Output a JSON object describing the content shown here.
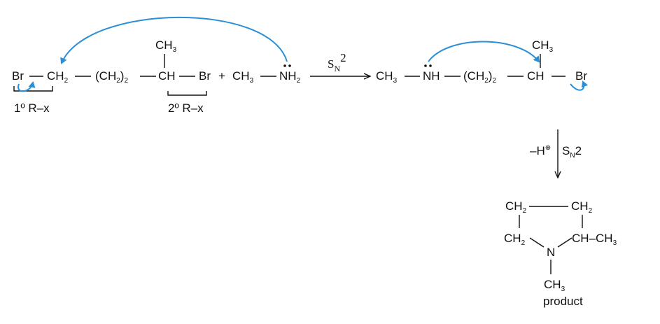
{
  "colors": {
    "ink": "#111111",
    "arrow": "#2b8fd6",
    "background": "#ffffff"
  },
  "reactant": {
    "br_left": "Br",
    "ch2": "CH",
    "ch2_sub": "2",
    "chain_open": "(CH",
    "chain_sub1": "2",
    "chain_close": ")",
    "chain_sub2": "2",
    "ch_methyl": "CH",
    "ch_methyl_sub": "3",
    "ch": "CH",
    "br_right": "Br",
    "primary_label": "1º R–x",
    "secondary_label": "2º R–x"
  },
  "plus": "+",
  "amine": {
    "ch3": "CH",
    "ch3_sub": "3",
    "nh": "NH",
    "nh_sub": "2"
  },
  "reaction_arrow": {
    "label_s": "S",
    "label_sub": "N",
    "label_sup": "2"
  },
  "intermediate": {
    "ch3": "CH",
    "ch3_sub": "3",
    "nh": "NH",
    "chain_open": "(CH",
    "chain_sub1": "2",
    "chain_close": ")",
    "chain_sub2": "2",
    "ch_methyl": "CH",
    "ch_methyl_sub": "3",
    "ch": "CH",
    "br": "Br"
  },
  "down_arrow": {
    "left_label": "–H",
    "left_sup": "⊕",
    "right_s": "S",
    "right_sub": "N",
    "right_2": "2"
  },
  "product": {
    "ch2_top_left": "CH",
    "ch2_top_left_sub": "2",
    "ch2_top_right": "CH",
    "ch2_top_right_sub": "2",
    "ch2_bottom_left": "CH",
    "ch2_bottom_left_sub": "2",
    "ch_right": "CH–CH",
    "ch_right_sub": "3",
    "n": "N",
    "n_methyl": "CH",
    "n_methyl_sub": "3",
    "caption": "product"
  }
}
